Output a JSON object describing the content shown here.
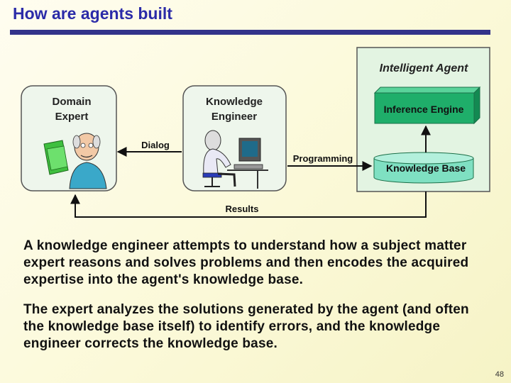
{
  "slide": {
    "title": "How are agents built",
    "page_number": "48"
  },
  "diagram": {
    "domain_expert_label_line1": "Domain",
    "domain_expert_label_line2": "Expert",
    "knowledge_engineer_label_line1": "Knowledge",
    "knowledge_engineer_label_line2": "Engineer",
    "intelligent_agent_label": "Intelligent Agent",
    "inference_engine_label": "Inference Engine",
    "knowledge_base_label": "Knowledge Base",
    "dialog_label": "Dialog",
    "programming_label": "Programming",
    "results_label": "Results"
  },
  "text": {
    "paragraph1": "A knowledge engineer attempts to understand how a subject matter expert reasons and solves problems and then encodes the acquired expertise into the agent's knowledge base.",
    "paragraph2": "The expert analyzes the solutions generated by the agent (and often the knowledge base itself) to identify errors, and the knowledge engineer corrects the knowledge base."
  },
  "colors": {
    "title": "#2b2ba8",
    "agent_box": "#e3f4e2",
    "engine": "#1fae6a",
    "knowledge_base": "#7fe0c2"
  }
}
